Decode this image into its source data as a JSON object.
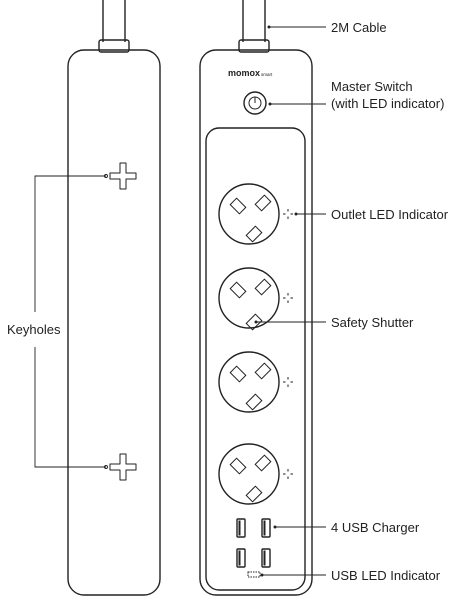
{
  "brand": {
    "name": "momox",
    "tagline": "smart"
  },
  "labels": {
    "cable": "2M Cable",
    "master_switch_line1": "Master Switch",
    "master_switch_line2": "(with LED indicator)",
    "outlet_led": "Outlet LED Indicator",
    "safety_shutter": "Safety Shutter",
    "usb_charger": "4 USB Charger",
    "usb_led": "USB LED Indicator",
    "keyholes": "Keyholes"
  },
  "counts": {
    "outlets": 4,
    "usb_ports": 4
  },
  "colors": {
    "line": "#222222",
    "background": "#ffffff"
  }
}
